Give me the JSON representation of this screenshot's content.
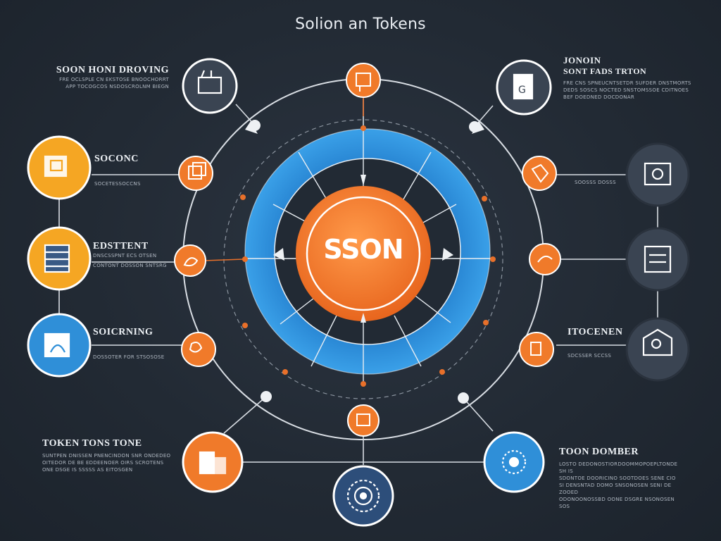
{
  "title": "Solion an Tokens",
  "center": {
    "label": "SSON"
  },
  "colors": {
    "orange": "#f07a2a",
    "blue": "#2f8fd8",
    "navy": "#2d4e7a",
    "dark_node": "#3a4452",
    "line": "#d8dde3"
  },
  "labels": {
    "top_left": {
      "heading": "SOON HONI DROVING",
      "sub1": "FRE OCLSPLE CN EKSTOSE BNOOCHORRT",
      "sub2": "APP TOCOGCOS NSDOSCROLNM BIEGN"
    },
    "left1": {
      "heading": "SOCONC",
      "sub": "SOCETESSOCCNS"
    },
    "left2": {
      "heading": "EDSTTENT",
      "sub1": "DNSCSSPNT ECS OTSEN",
      "sub2": "CONTONT DOSSON SNTSRG"
    },
    "left3": {
      "heading": "SOICRNING",
      "sub": "DOSSOTER FOR STSOSOSE"
    },
    "bottom_left": {
      "heading": "TOKEN TONS TONE",
      "sub1": "SUNTPEN DNISSEN PNENCINDON SNR ONDEDEO",
      "sub2": "OITEDOR DE BE EDDEENOER OIRS SCROTENS",
      "sub3": "ONE DSGE IS SSSSS AS EITOSGEN"
    },
    "top_right": {
      "heading": "JONOIN",
      "heading2": "SONT FADS TRTON",
      "sub1": "FRE CNS SPNEUCNTSETDR SUFDER DNSTMORTS",
      "sub2": "DEDS SOSCS NOCTED SNSTOMSSOE CDITNOES",
      "sub3": "BEF DOEDNED DOCDONAR"
    },
    "right1": {
      "sub": "SOOSSS DOSSS"
    },
    "right3": {
      "heading": "ITOCENEN",
      "sub": "SDCSSER SCCSS"
    },
    "bottom_right": {
      "heading": "TOON DOMBER",
      "sub1": "LOSTO DEDONOSTIORDOOMMOPOEPLTONDE SH IS",
      "sub2": "SDONTOE DOORICINO SOOTDOES SENE CIO",
      "sub3": "SI DENSNTAD DOMO SNSONOSEN SENI DE ZOOED",
      "sub4": "ODONOONOSSBD OONE DSGRE NSONOSEN SOS"
    }
  }
}
